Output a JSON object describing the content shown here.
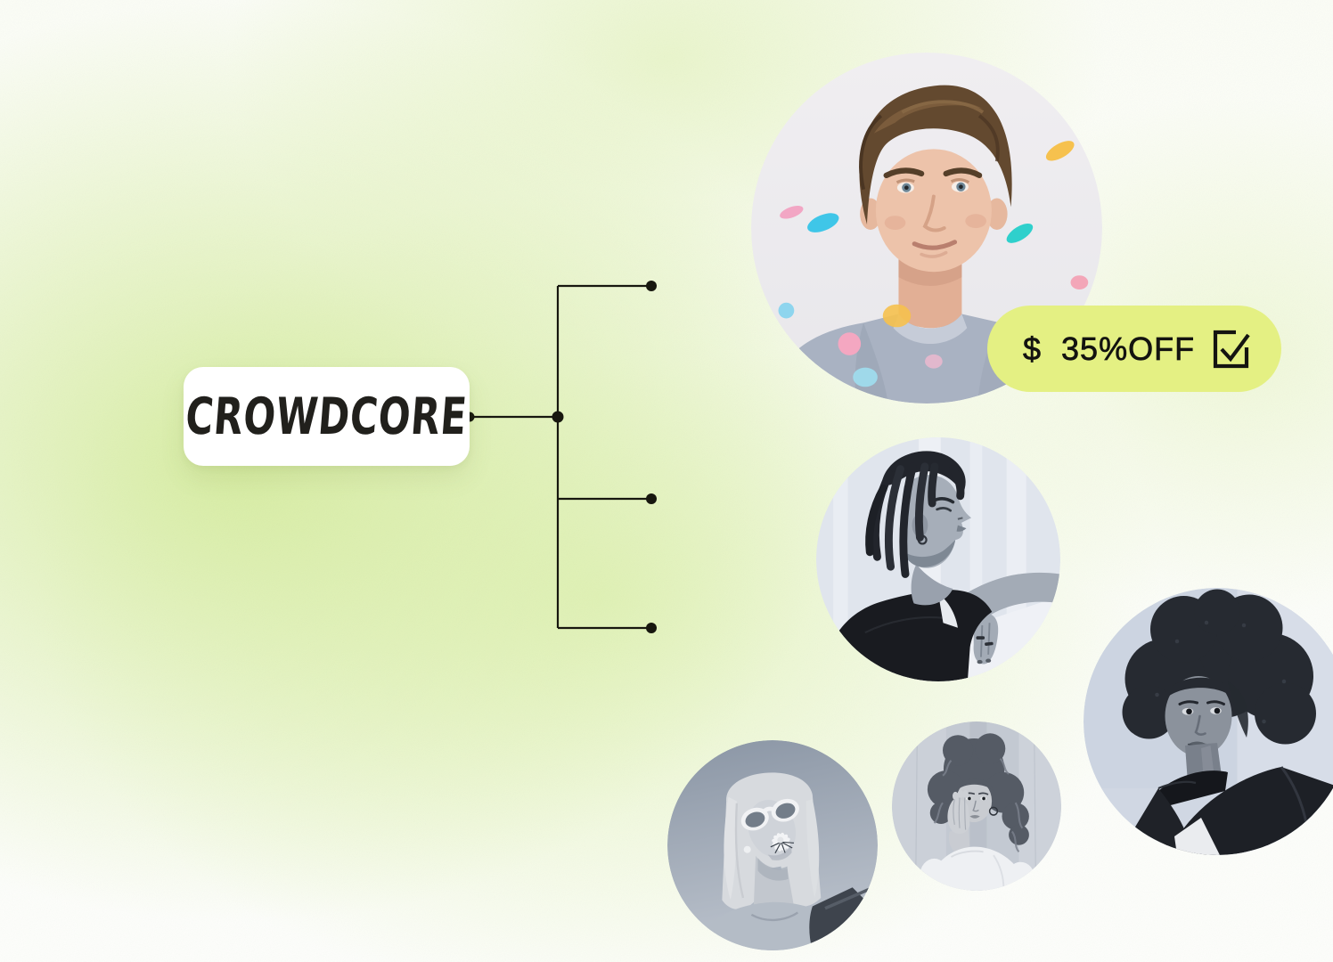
{
  "brand": {
    "label": "CROWDCORE"
  },
  "badge": {
    "currency_symbol": "$",
    "discount_label": "35%OFF",
    "icon": "checkbox-checked-icon"
  },
  "diagram": {
    "root_label": "CROWDCORE",
    "branch_count": 3
  },
  "photos": [
    {
      "name": "young-man-with-confetti",
      "style": "color"
    },
    {
      "name": "man-with-dreadlocks",
      "style": "monochrome"
    },
    {
      "name": "woman-with-afro",
      "style": "monochrome"
    },
    {
      "name": "woman-with-sunglasses",
      "style": "monochrome"
    },
    {
      "name": "woman-with-curly-hair",
      "style": "monochrome"
    }
  ],
  "colors": {
    "background_tint": "#d5ec9e",
    "card_bg": "#ffffff",
    "logo_text": "#21201c",
    "connector": "#17170f",
    "badge_bg": "#e4f083",
    "badge_text": "#131310"
  }
}
